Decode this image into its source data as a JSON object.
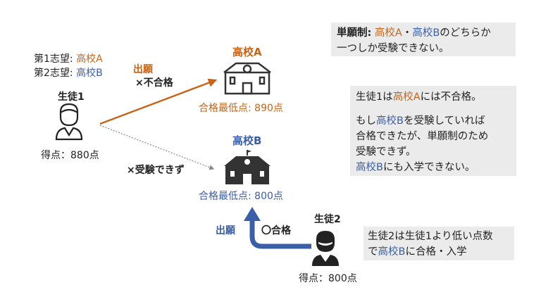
{
  "colors": {
    "school_a": "#c5651b",
    "school_b": "#3b5ea8",
    "dark": "#333333",
    "box_bg": "#ebebeb"
  },
  "rule_box": {
    "term": "単願制:",
    "school_a": "高校A",
    "sep": "・",
    "school_b": "高校B",
    "line1_rest": "のどちらか",
    "line2": "一つしか受験できない。"
  },
  "student1": {
    "choice1_label": "第1志望:",
    "choice1": "高校A",
    "choice2_label": "第2志望:",
    "choice2": "高校B",
    "name": "生徒1",
    "score": "得点：880点",
    "icon": "person-icon"
  },
  "school_a": {
    "name": "高校A",
    "min_score": "合格最低点: 890点",
    "icon": "school-building-icon"
  },
  "school_b": {
    "name": "高校B",
    "min_score": "合格最低点: 800点",
    "icon": "school-building-icon"
  },
  "arrow_a": {
    "label_top": "出願",
    "label_result": "×不合格"
  },
  "arrow_b": {
    "label": "×受験できず"
  },
  "student2": {
    "name": "生徒2",
    "score": "得点：800点",
    "arrow_label": "出願",
    "result": "〇合格",
    "icon": "person-icon"
  },
  "explain_box": {
    "l1_pre": "生徒1は",
    "l1_school": "高校A",
    "l1_post": "には不合格。",
    "l2_pre": "もし",
    "l2_school": "高校B",
    "l2_post": "を受験していれば",
    "l3": "合格できたが、単願制のため",
    "l4": "受験できず。",
    "l5_school": "高校B",
    "l5_post": "にも入学できない。"
  },
  "student2_box": {
    "l1": "生徒2は生徒1より低い点数",
    "l2_pre": "で",
    "l2_school": "高校B",
    "l2_post": "に合格・入学"
  }
}
